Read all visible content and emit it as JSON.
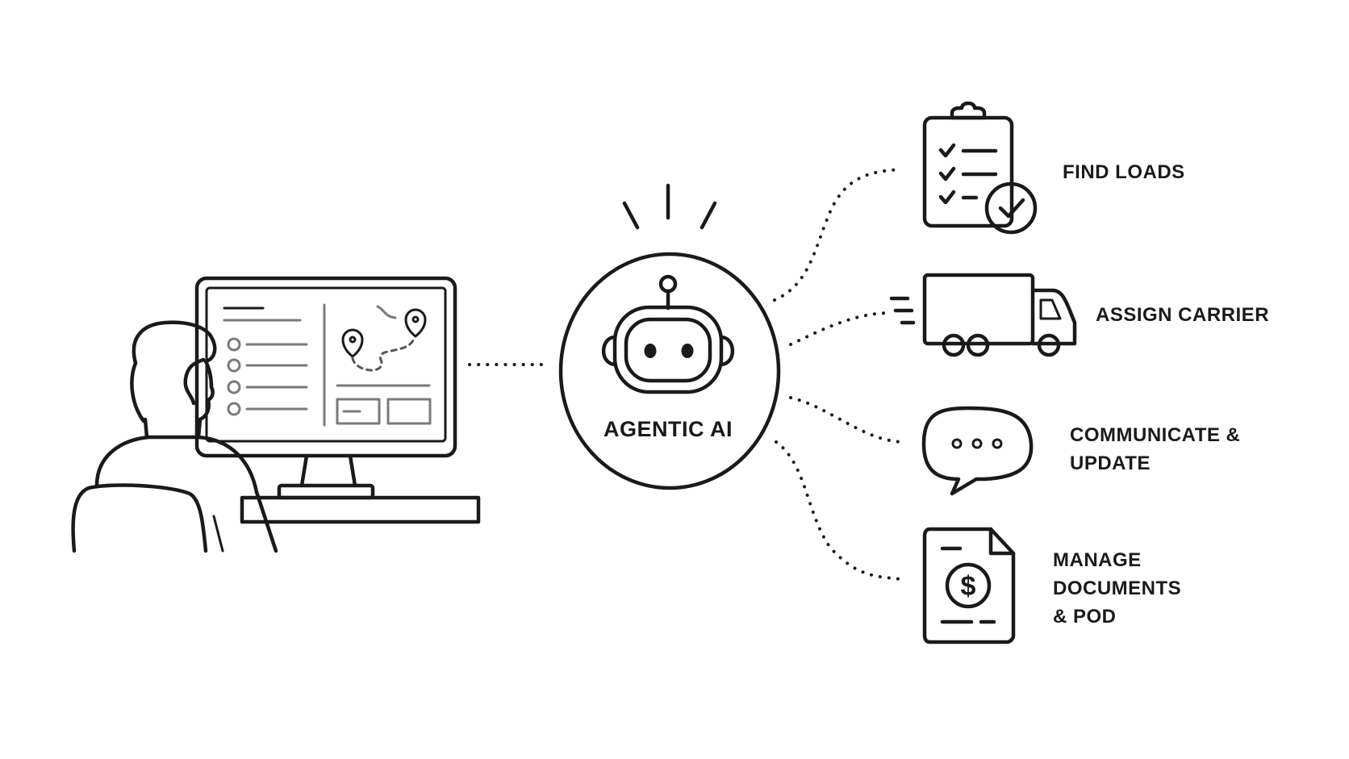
{
  "center": {
    "label": "AGENTIC AI"
  },
  "tasks": [
    {
      "id": "find-loads",
      "lines": [
        "FIND LOADS"
      ],
      "icon": "clipboard-checklist-icon"
    },
    {
      "id": "assign-carrier",
      "lines": [
        "ASSIGN CARRIER"
      ],
      "icon": "truck-icon"
    },
    {
      "id": "communicate-update",
      "lines": [
        "COMMUNICATE &",
        "UPDATE"
      ],
      "icon": "chat-bubble-icon"
    },
    {
      "id": "manage-documents",
      "lines": [
        "MANAGE",
        "DOCUMENTS",
        "& POD"
      ],
      "icon": "invoice-document-icon"
    }
  ],
  "icons": {
    "user": "person-at-computer-icon",
    "monitor": "monitor-icon",
    "robot": "robot-icon",
    "map_pin": "map-pin-icon"
  },
  "colors": {
    "ink": "#1a1a1a",
    "background": "#ffffff",
    "screen_grey": "#7a7a7a"
  }
}
